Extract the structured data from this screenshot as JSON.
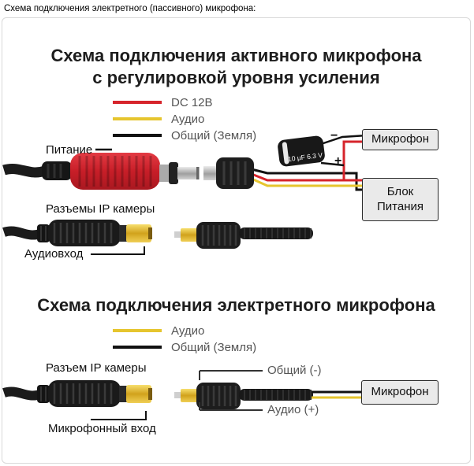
{
  "page": {
    "caption": "Схема подключения электретного (пассивного) микрофона:"
  },
  "colors": {
    "dc12v_red": "#d6242b",
    "audio_yellow": "#e6c52e",
    "ground_black": "#111111",
    "box_bg": "#eaeaea"
  },
  "section1": {
    "title_line1": "Схема подключения активного микрофона",
    "title_line2": "с регулировкой уровня усиления",
    "legend": [
      {
        "label": "DC 12В",
        "color": "#d6242b"
      },
      {
        "label": "Аудио",
        "color": "#e6c52e"
      },
      {
        "label": "Общий (Земля)",
        "color": "#111111"
      }
    ],
    "labels": {
      "power": "Питание",
      "camera_connectors": "Разъемы IP камеры",
      "audio_input": "Аудиовход",
      "capacitor": "10 μF 6.3 V",
      "minus": "−",
      "plus": "+"
    },
    "boxes": {
      "microphone": "Микрофон",
      "psu_line1": "Блок",
      "psu_line2": "Питания"
    }
  },
  "section2": {
    "title": "Схема подключения электретного микрофона",
    "legend": [
      {
        "label": "Аудио",
        "color": "#e6c52e"
      },
      {
        "label": "Общий (Земля)",
        "color": "#111111"
      }
    ],
    "labels": {
      "camera_connector": "Разъем IP камеры",
      "common": "Общий (-)",
      "audio": "Аудио (+)",
      "mic_input": "Микрофонный вход"
    },
    "boxes": {
      "microphone": "Микрофон"
    }
  }
}
